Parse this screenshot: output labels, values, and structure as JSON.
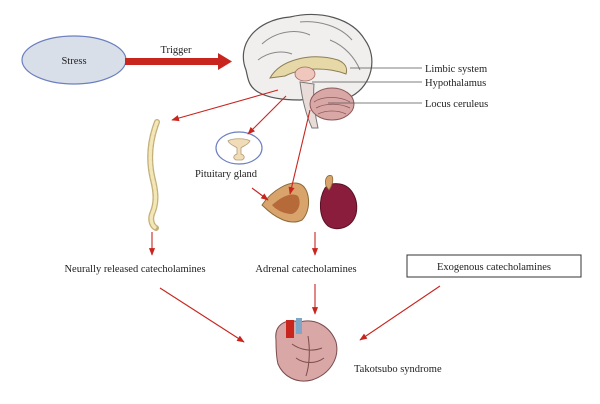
{
  "labels": {
    "stress": "Stress",
    "trigger": "Trigger",
    "limbic_system": "Limbic system",
    "hypothalamus": "Hypothalamus",
    "locus_ceruleus": "Locus ceruleus",
    "pituitary_gland": "Pituitary gland",
    "neurally_released": "Neurally released catecholamines",
    "adrenal": "Adrenal catecholamines",
    "exogenous": "Exogenous catecholamines",
    "takotsubo": "Takotsubo syndrome"
  },
  "colors": {
    "arrow": "#c8251e",
    "stress_fill": "#d9dfe9",
    "stress_stroke": "#6c7fbf",
    "pituitary_outline": "#6c7fbf",
    "brain_fill": "#f1efee",
    "kidney": "#8a1d3c",
    "adrenal_gland": "#d9a46c"
  },
  "icons": [
    "brain-icon",
    "spine-icon",
    "pituitary-icon",
    "adrenal-gland-icon",
    "kidney-icon",
    "heart-icon"
  ]
}
